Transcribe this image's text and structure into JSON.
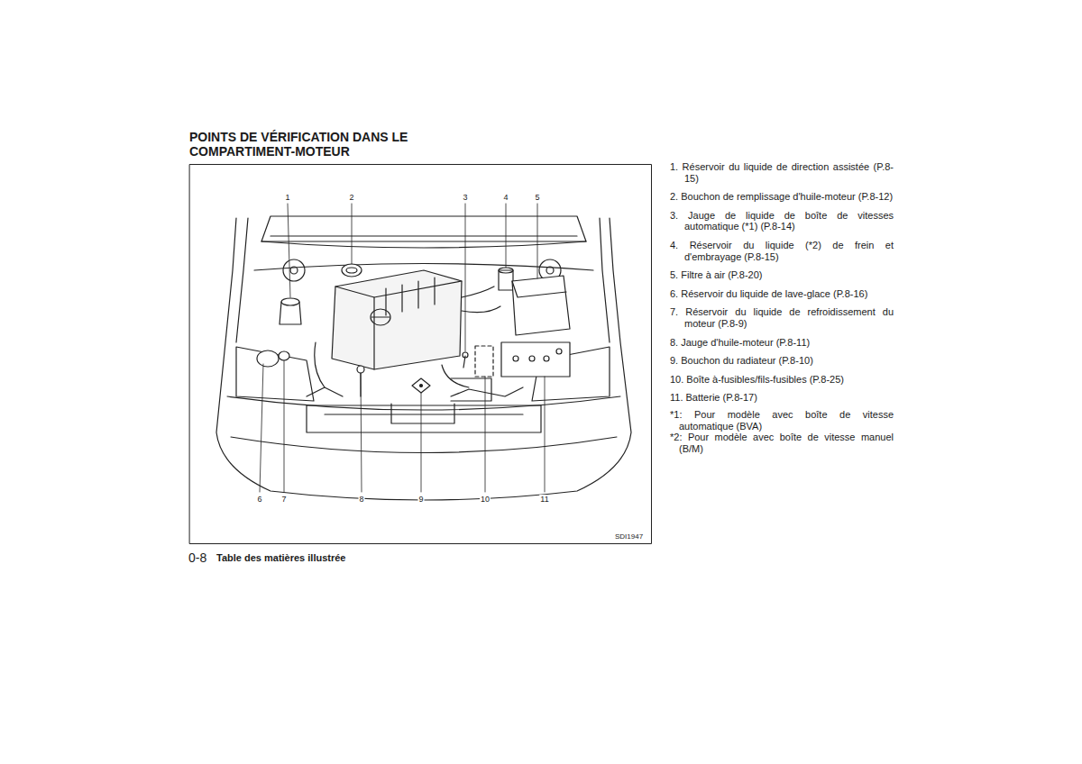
{
  "diagram": {
    "title": "POINTS DE VÉRIFICATION DANS LE COMPARTIMENT-MOTEUR",
    "labels": [
      "1",
      "2",
      "3",
      "4",
      "5",
      "6",
      "7",
      "8",
      "9",
      "10",
      "11",
      "SDI1947",
      "1. Réservoir du liquide de direction assistée (P.8-15)",
      "2. Bouchon de remplissage d'huile-moteur (P.8-12)",
      "3. Jauge de liquide de boîte de vitesses automatique (*1) (P.8-14)",
      "4. Réservoir du liquide (*2) de frein et d'embrayage (P.8-15)",
      "5. Filtre à air (P.8-20)",
      "6. Réservoir du liquide de lave-glace (P.8-16)",
      "7. Réservoir du liquide de refroidissement du moteur (P.8-9)",
      "8. Jauge d'huile-moteur (P.8-11)",
      "9. Bouchon du radiateur (P.8-10)",
      "10. Boîte à-fusibles/fils-fusibles (P.8-25)",
      "11. Batterie (P.8-17)",
      "*1: Pour modèle avec boîte de vitesse automatique (BVA)",
      "*2: Pour modèle avec boîte de vitesse manuel (B/M)",
      "0-8",
      "Table des matières illustrée"
    ]
  }
}
